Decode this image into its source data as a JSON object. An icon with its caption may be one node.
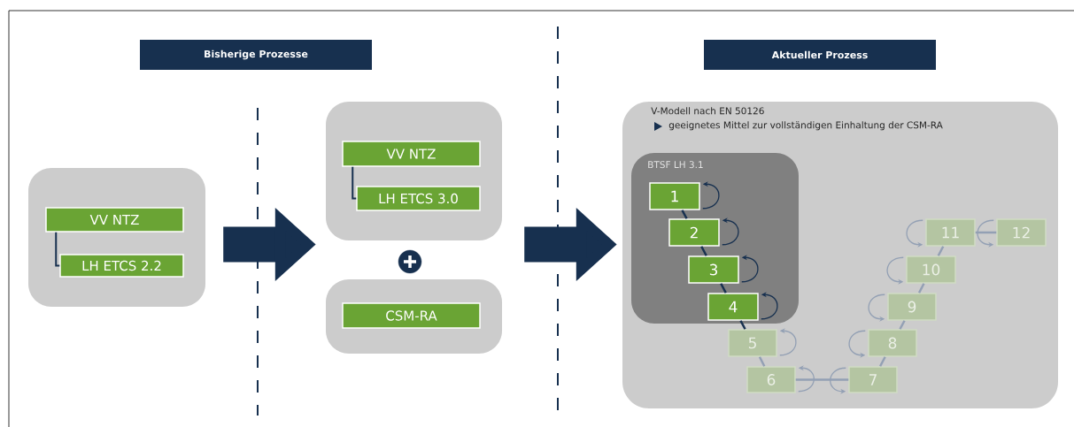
{
  "diagram": {
    "nodes": [
      {
        "text": [
          "Bisherige Prozesse"
        ]
      },
      {
        "text": [
          "Aktueller Prozess"
        ]
      },
      {
        "text": [],
        "shape": "box"
      },
      {
        "text": [
          "VV NTZ"
        ],
        "in": 2
      },
      {
        "text": [
          "LH ETCS 2.2"
        ],
        "in": 2
      },
      {
        "text": [],
        "shape": "box"
      },
      {
        "text": [
          "VV NTZ"
        ],
        "in": 5
      },
      {
        "text": [
          "LH ETCS 3.0"
        ],
        "in": 5
      },
      {
        "text": [],
        "shape": "box"
      },
      {
        "text": [
          "CSM-RA"
        ],
        "in": 8
      },
      {
        "text": [
          "V-Modell nach EN 50126",
          "geeignetes Mittel zur vollständigen Einhaltung der CSM-RA"
        ]
      },
      {
        "text": [
          "BTSF LH 3.1"
        ],
        "in": 10
      },
      {
        "text": [
          "1"
        ],
        "in": 11
      },
      {
        "text": [
          "2"
        ],
        "in": 11
      },
      {
        "text": [
          "3"
        ],
        "in": 11
      },
      {
        "text": [
          "4"
        ],
        "in": 11
      },
      {
        "text": [
          "5"
        ],
        "in": 10
      },
      {
        "text": [
          "6"
        ],
        "in": 10
      },
      {
        "text": [
          "7"
        ],
        "in": 10
      },
      {
        "text": [
          "8"
        ],
        "in": 10
      },
      {
        "text": [
          "9"
        ],
        "in": 10
      },
      {
        "text": [
          "10"
        ],
        "in": 10
      },
      {
        "text": [
          "11"
        ],
        "in": 10
      },
      {
        "text": [
          "12"
        ],
        "in": 10
      }
    ],
    "edges": [
      {
        "from": 2,
        "to": 5,
        "arrow": "to",
        "style": "thick",
        "color": "#17304f"
      },
      {
        "from": 2,
        "to": 8,
        "arrow": "to",
        "style": "thick",
        "color": "#17304f"
      },
      {
        "from": 5,
        "to": 10,
        "arrow": "to",
        "style": "thick",
        "color": "#17304f"
      },
      {
        "from": 8,
        "to": 10,
        "arrow": "to",
        "style": "thick",
        "color": "#17304f"
      },
      {
        "from": 3,
        "to": 4,
        "arrow": "none",
        "color": "#17304f"
      },
      {
        "from": 6,
        "to": 7,
        "arrow": "none",
        "color": "#17304f"
      },
      {
        "from": 12,
        "to": 13,
        "arrow": "none",
        "color": "#17304f"
      },
      {
        "from": 13,
        "to": 14,
        "arrow": "none",
        "color": "#17304f"
      },
      {
        "from": 14,
        "to": 15,
        "arrow": "none",
        "color": "#17304f"
      },
      {
        "from": 15,
        "to": 16,
        "arrow": "none",
        "color": "#17304f"
      },
      {
        "from": 16,
        "to": 17,
        "arrow": "none"
      },
      {
        "from": 17,
        "to": 18,
        "arrow": "none"
      },
      {
        "from": 18,
        "to": 19,
        "arrow": "none"
      },
      {
        "from": 19,
        "to": 20,
        "arrow": "none"
      },
      {
        "from": 20,
        "to": 21,
        "arrow": "none"
      },
      {
        "from": 21,
        "to": 22,
        "arrow": "none"
      },
      {
        "from": 22,
        "to": 23,
        "arrow": "none"
      },
      {
        "from": 12,
        "to": 12,
        "arrow": "to",
        "color": "#17304f"
      },
      {
        "from": 13,
        "to": 13,
        "arrow": "to",
        "color": "#17304f"
      },
      {
        "from": 14,
        "to": 14,
        "arrow": "to",
        "color": "#17304f"
      },
      {
        "from": 15,
        "to": 15,
        "arrow": "to",
        "color": "#17304f"
      },
      {
        "from": 16,
        "to": 16,
        "arrow": "to"
      },
      {
        "from": 17,
        "to": 17,
        "arrow": "to"
      },
      {
        "from": 18,
        "to": 18,
        "arrow": "to"
      },
      {
        "from": 19,
        "to": 19,
        "arrow": "to"
      },
      {
        "from": 20,
        "to": 20,
        "arrow": "to"
      },
      {
        "from": 21,
        "to": 21,
        "arrow": "to"
      },
      {
        "from": 22,
        "to": 22,
        "arrow": "to"
      },
      {
        "from": 23,
        "to": 23,
        "arrow": "to"
      }
    ]
  }
}
